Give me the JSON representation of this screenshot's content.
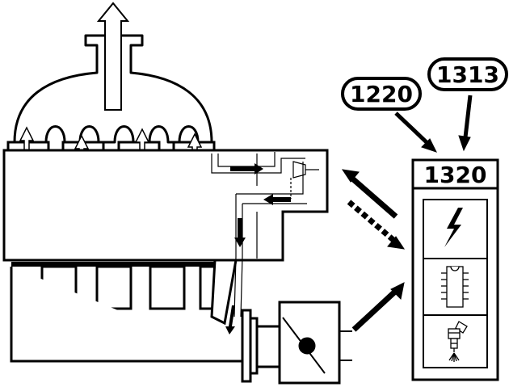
{
  "labels": {
    "pill_left": "1220",
    "pill_right": "1313",
    "controller": "1320"
  },
  "colors": {
    "stroke": "#000000",
    "fill": "#ffffff"
  },
  "icons": [
    "lightning-icon",
    "chip-icon",
    "injector-icon"
  ]
}
